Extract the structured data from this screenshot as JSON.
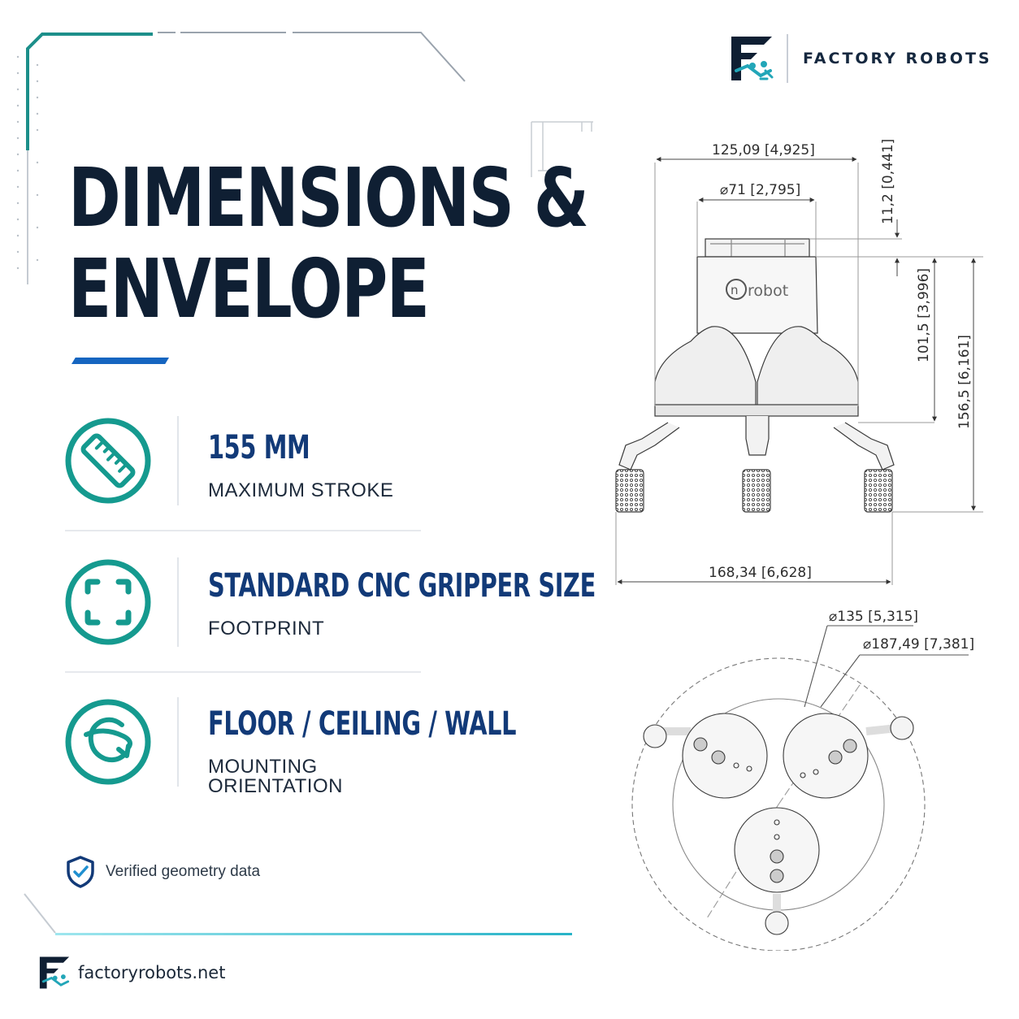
{
  "brand": {
    "name": "FACTORY ROBOTS",
    "logo_icon": "factory-robots-logo-icon"
  },
  "title": {
    "line1": "DIMENSIONS &",
    "line2": "ENVELOPE"
  },
  "features": [
    {
      "icon": "ruler-icon",
      "value": "155 MM",
      "label_lines": [
        "MAXIMUM STROKE"
      ]
    },
    {
      "icon": "frame-corners-icon",
      "value": "STANDARD CNC GRIPPER SIZE",
      "label_lines": [
        "FOOTPRINT"
      ]
    },
    {
      "icon": "rotate-orientation-icon",
      "value": "FLOOR / CEILING / WALL",
      "label_lines": [
        "MOUNTING",
        "ORIENTATION"
      ]
    }
  ],
  "verified": {
    "icon": "shield-check-icon",
    "text": "Verified geometry data"
  },
  "footer": {
    "url": "factoryrobots.net"
  },
  "drawing": {
    "logo_text": "robot",
    "dimensions": {
      "top_width": "125,09",
      "top_width_in": "4,925",
      "flange_dia": "71",
      "flange_dia_in": "2,795",
      "flange_height": "11,2",
      "flange_height_in": "0,441",
      "body_height": "101,5",
      "body_height_in": "3,996",
      "total_height": "156,5",
      "total_height_in": "6,161",
      "span_width": "168,34",
      "span_width_in": "6,628",
      "inner_dia": "135",
      "inner_dia_in": "5,315",
      "outer_dia": "187,49",
      "outer_dia_in": "7,381"
    }
  },
  "colors": {
    "navy": "#0f1f33",
    "accent_blue": "#123a78",
    "teal": "#159a8f",
    "underline_blue": "#1565c0"
  }
}
